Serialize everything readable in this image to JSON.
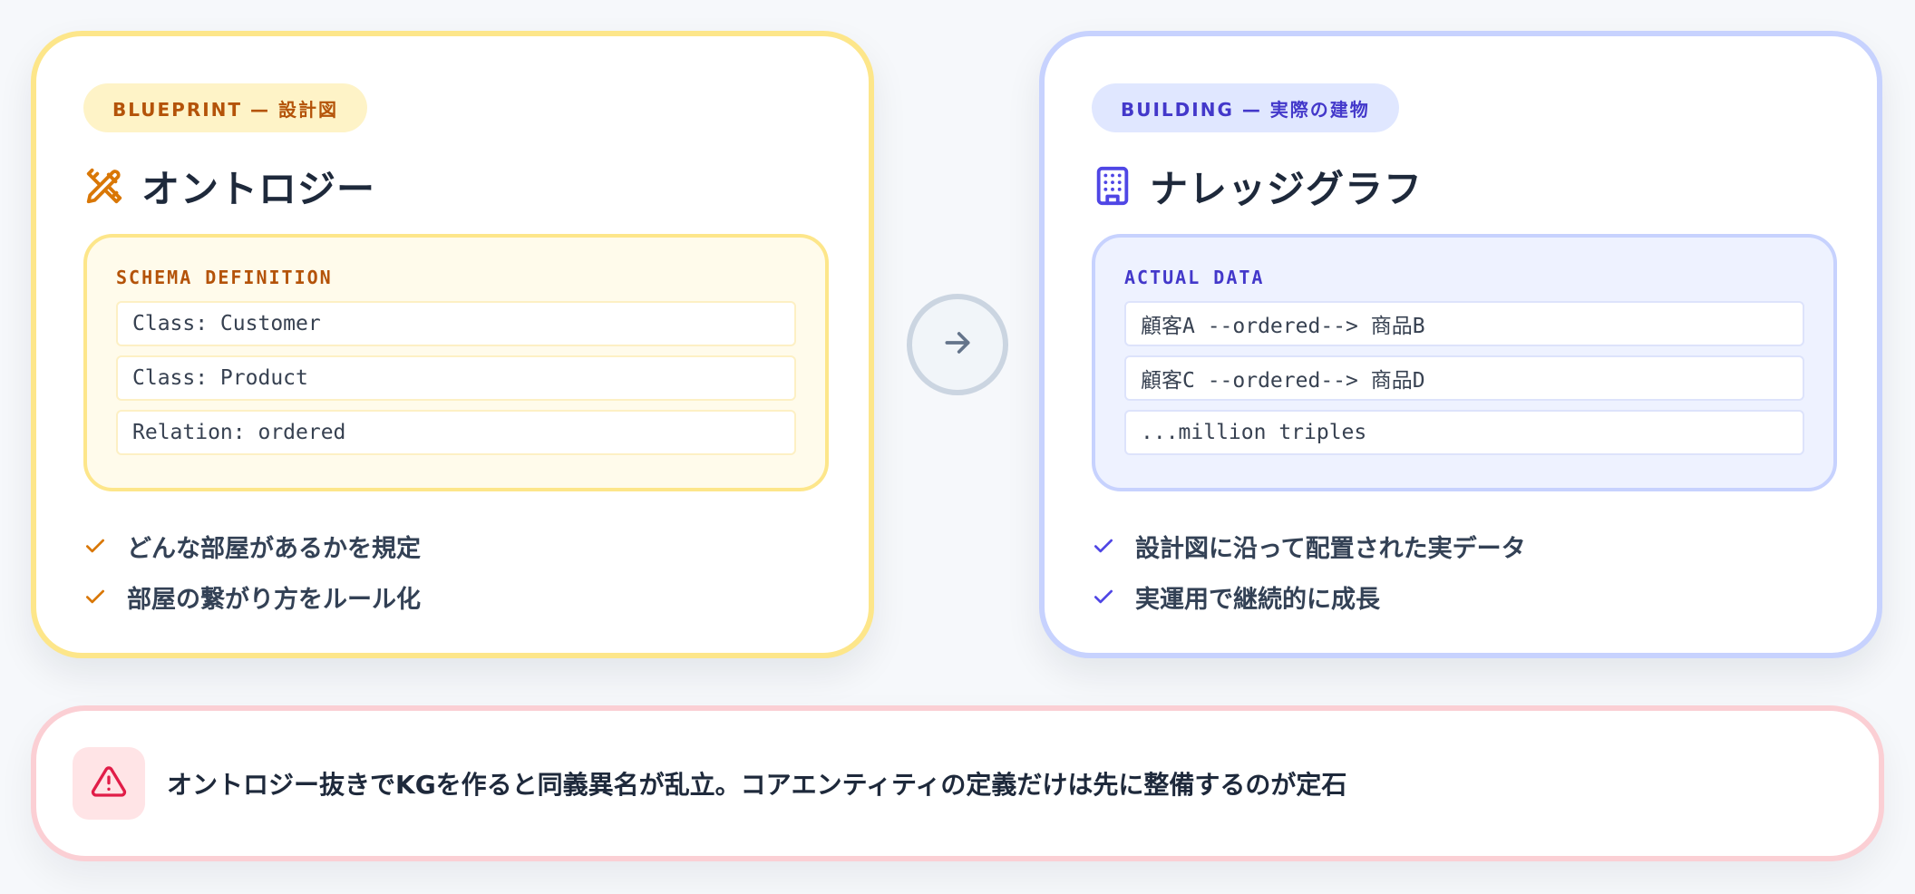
{
  "ontology_card": {
    "badge": "BLUEPRINT — 設計図",
    "title": "オントロジー",
    "icon": "pencil-ruler-icon",
    "panel_label": "SCHEMA DEFINITION",
    "rows": [
      "Class: Customer",
      "Class: Product",
      "Relation: ordered"
    ],
    "checks": [
      "どんな部屋があるかを規定",
      "部屋の繋がり方をルール化"
    ],
    "accent_color": "#d97706"
  },
  "kg_card": {
    "badge": "BUILDING — 実際の建物",
    "title": "ナレッジグラフ",
    "icon": "building-icon",
    "panel_label": "ACTUAL DATA",
    "rows": [
      "顧客A --ordered--> 商品B",
      "顧客C --ordered--> 商品D",
      "...million triples"
    ],
    "checks": [
      "設計図に沿って配置された実データ",
      "実運用で継続的に成長"
    ],
    "accent_color": "#4f46e5"
  },
  "connector": {
    "icon": "arrow-right-icon"
  },
  "warning": {
    "icon": "alert-triangle-icon",
    "text": "オントロジー抜きでKGを作ると同義異名が乱立。コアエンティティの定義だけは先に整備するのが定石",
    "accent_color": "#e11d48"
  }
}
